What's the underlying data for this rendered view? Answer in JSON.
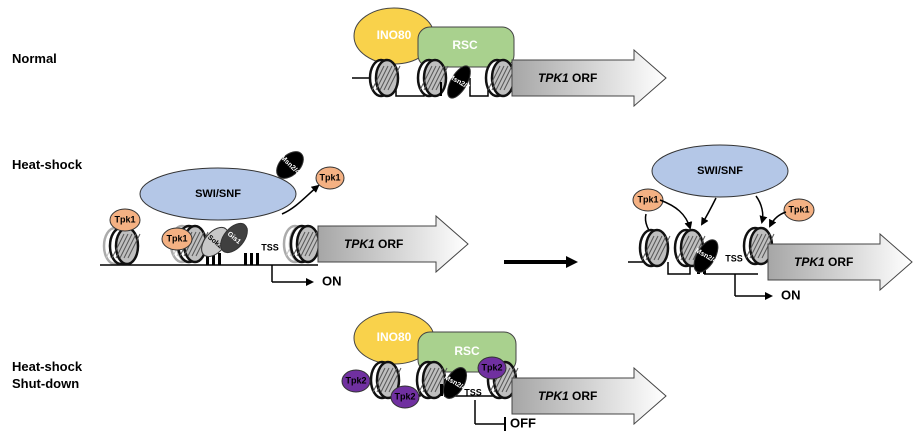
{
  "panels": {
    "normal": {
      "label": "Normal"
    },
    "heat_shock": {
      "label": "Heat-shock"
    },
    "shut_down": {
      "label_line1": "Heat-shock",
      "label_line2": "Shut-down"
    }
  },
  "proteins": {
    "ino80": "INO80",
    "rsc": "RSC",
    "swi_snf": "SWI/SNF",
    "tpk1": "Tpk1",
    "tpk2": "Tpk2",
    "msn": "Msn2/4",
    "sok2": "Sok2",
    "gis1": "Gis1"
  },
  "gene": {
    "name": "TPK1",
    "suffix": " ORF"
  },
  "promoter": {
    "tss": "TSS"
  },
  "state": {
    "on": "ON",
    "off": "OFF"
  },
  "colors": {
    "ino80": "#f9d24b",
    "rsc": "#a9d18e",
    "swi_snf": "#b4c7e7",
    "tpk1": "#f4b183",
    "tpk2": "#7030a0",
    "msn": "#000000",
    "gis1": "#404040",
    "sok2": "#c8c8c8",
    "nucleosome": "#bfbfbf",
    "arrow_gradient_start": "#a6a6a6",
    "arrow_gradient_end": "#ffffff"
  }
}
